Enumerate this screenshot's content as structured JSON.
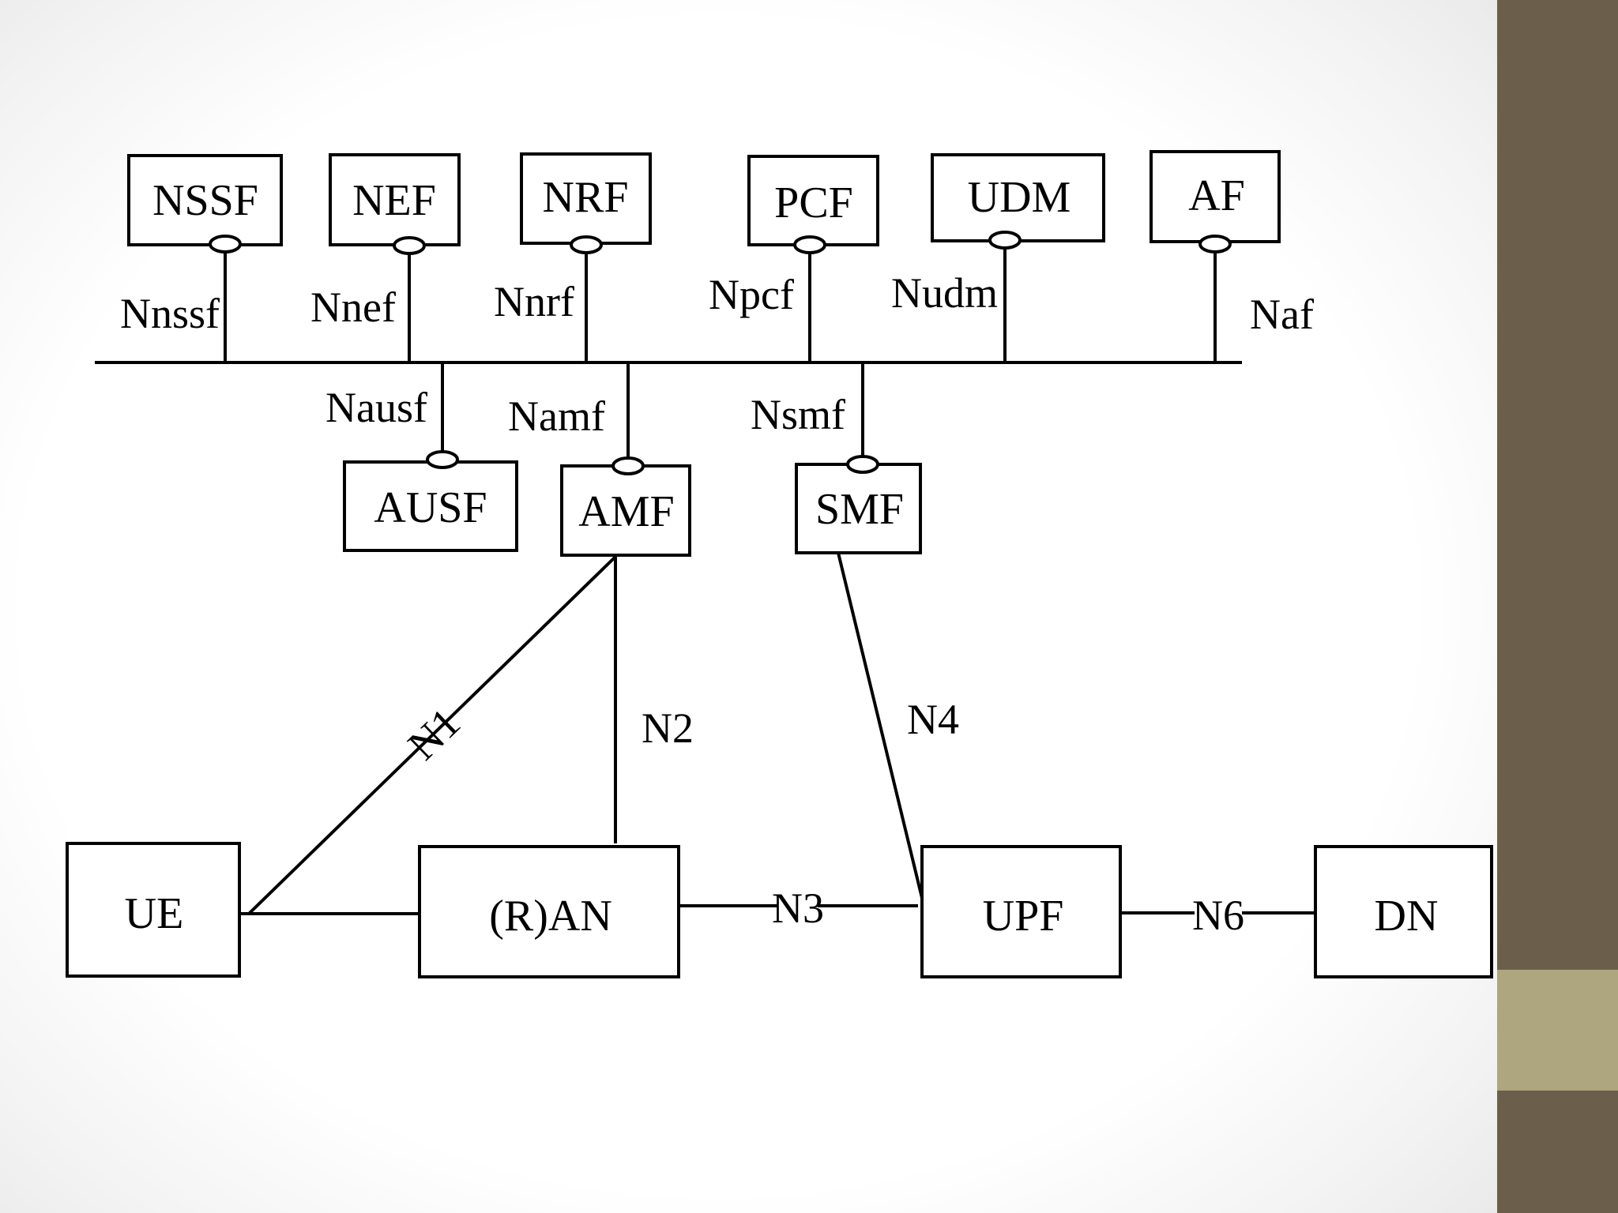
{
  "diagram": {
    "nodes": {
      "nssf": "NSSF",
      "nef": "NEF",
      "nrf": "NRF",
      "pcf": "PCF",
      "udm": "UDM",
      "af": "AF",
      "ausf": "AUSF",
      "amf": "AMF",
      "smf": "SMF",
      "ue": "UE",
      "ran": "(R)AN",
      "upf": "UPF",
      "dn": "DN"
    },
    "interfaces": {
      "nnssf": "Nnssf",
      "nnef": "Nnef",
      "nnrf": "Nnrf",
      "npcf": "Npcf",
      "nudm": "Nudm",
      "naf": "Naf",
      "nausf": "Nausf",
      "namf": "Namf",
      "nsmf": "Nsmf",
      "n1": "N1",
      "n2": "N2",
      "n3": "N3",
      "n4": "N4",
      "n6": "N6"
    }
  },
  "theme": {
    "sidebar_dark": "#6b5f4b",
    "sidebar_light": "#ada67f"
  }
}
